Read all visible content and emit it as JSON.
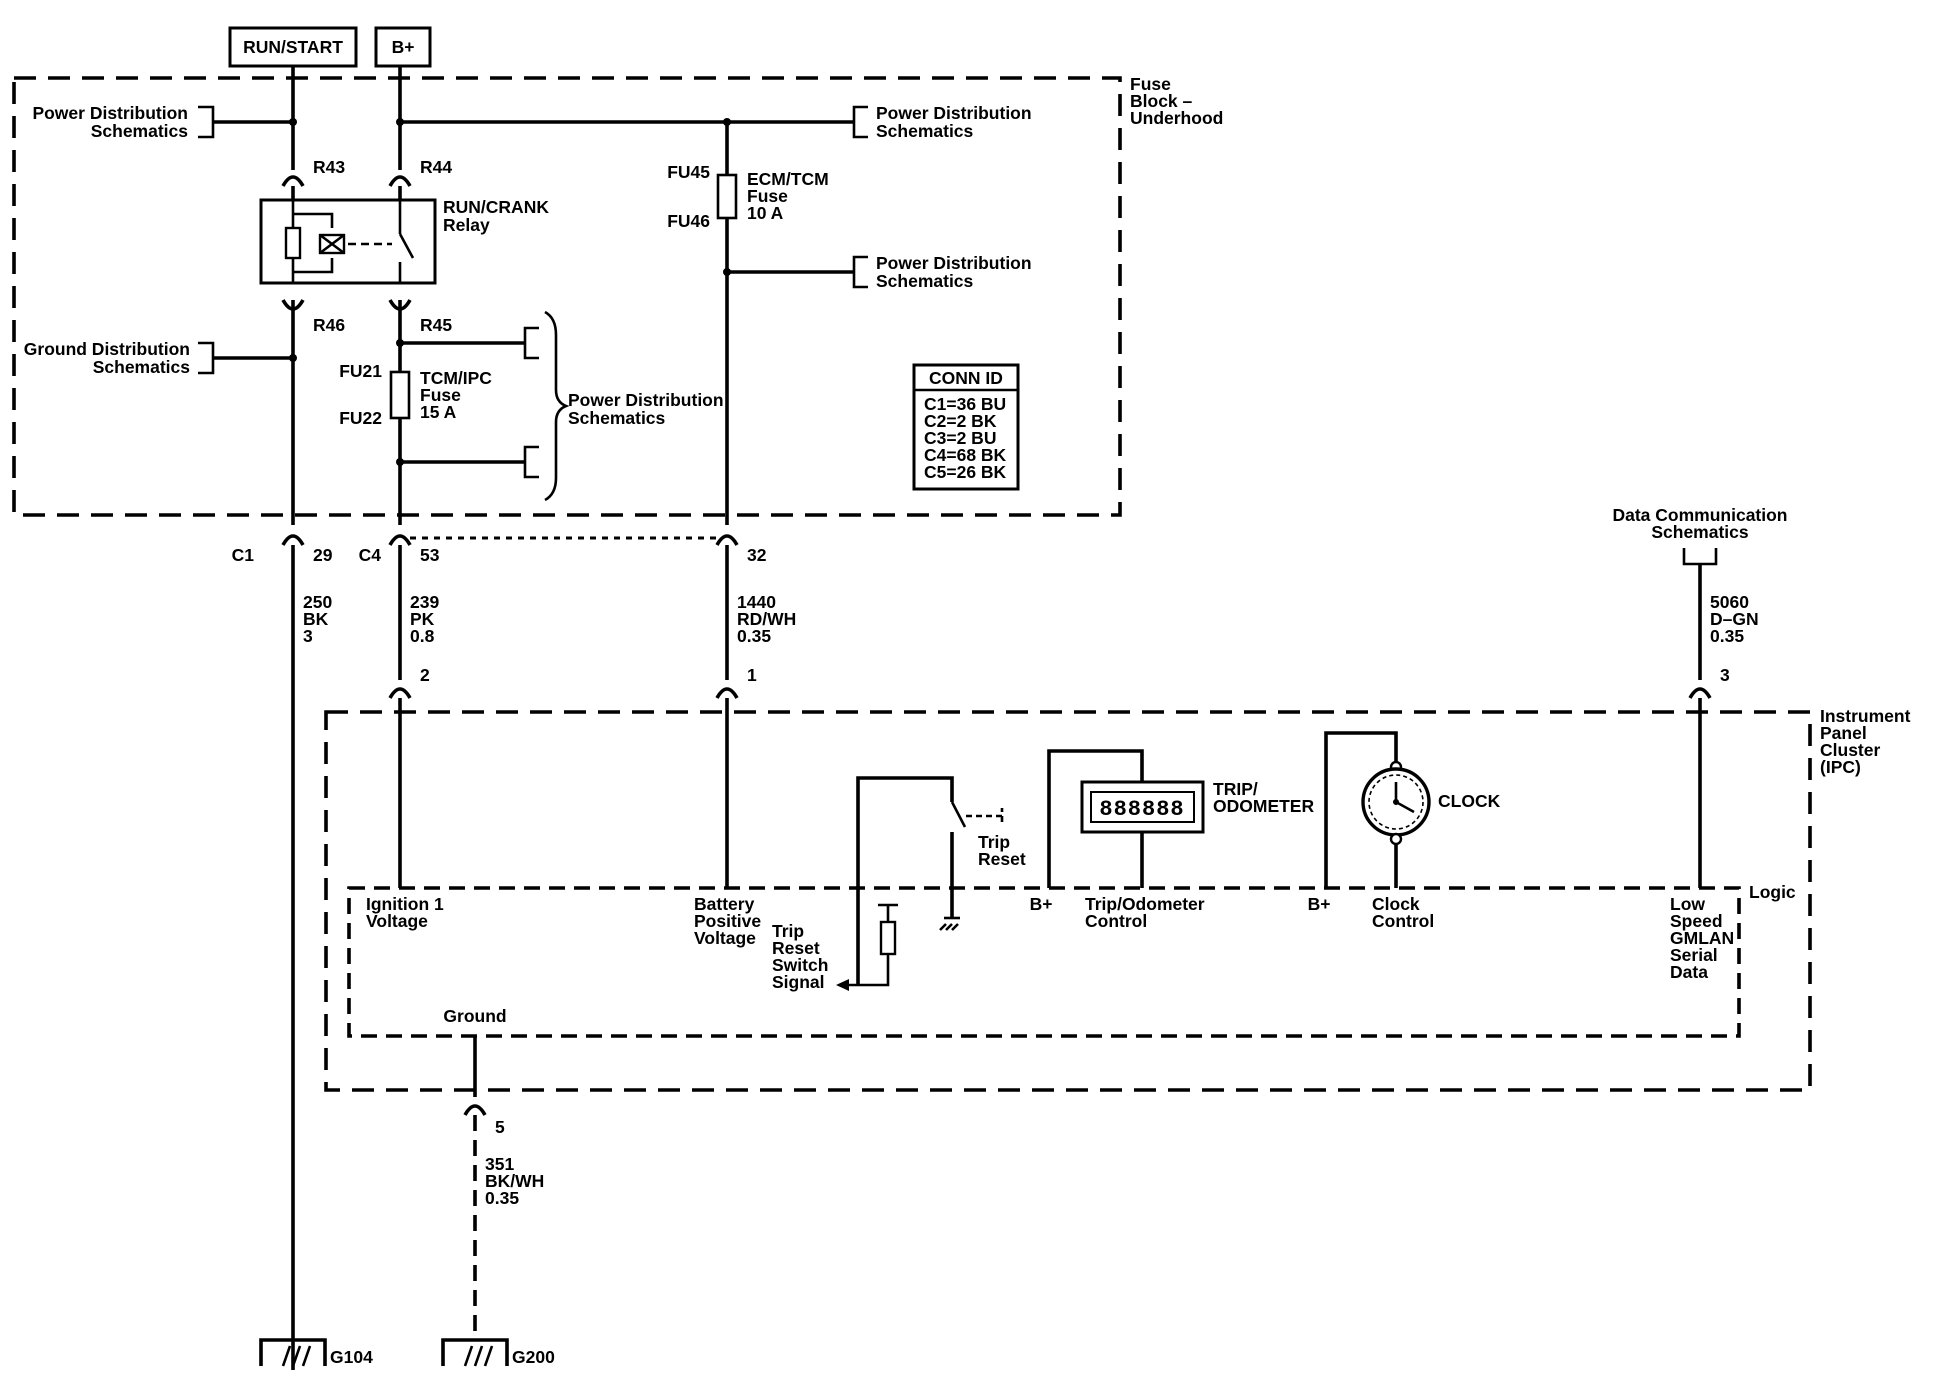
{
  "top_labels": {
    "run_start": "RUN/START",
    "b_plus": "B+"
  },
  "fuse_block": {
    "title": [
      "Fuse",
      "Block –",
      "Underhood"
    ]
  },
  "refs": {
    "power_dist": [
      "Power Distribution",
      "Schematics"
    ],
    "ground_dist": [
      "Ground Distribution",
      "Schematics"
    ],
    "data_comm": [
      "Data Communication",
      "Schematics"
    ]
  },
  "relay": {
    "name": [
      "RUN/CRANK",
      "Relay"
    ],
    "pins": {
      "r43": "R43",
      "r44": "R44",
      "r45": "R45",
      "r46": "R46"
    }
  },
  "fuses": {
    "tcm_ipc": {
      "name": [
        "TCM/IPC",
        "Fuse",
        "15 A"
      ],
      "pin_top": "FU21",
      "pin_bottom": "FU22"
    },
    "ecm_tcm": {
      "name": [
        "ECM/TCM",
        "Fuse",
        "10 A"
      ],
      "pin_top": "FU45",
      "pin_bottom": "FU46"
    }
  },
  "conn_id": {
    "title": "CONN ID",
    "rows": [
      "C1=36 BU",
      "C2=2 BK",
      "C3=2 BU",
      "C4=68 BK",
      "C5=26 BK"
    ]
  },
  "connectors": {
    "c1": "C1",
    "c1_pin": "29",
    "c4": "C4",
    "c4_pin": "53",
    "pin32": "32",
    "ipc_pin2": "2",
    "ipc_pin1": "1",
    "ipc_pin3": "3",
    "ipc_pin5": "5"
  },
  "wires": {
    "w250": [
      "250",
      "BK",
      "3"
    ],
    "w239": [
      "239",
      "PK",
      "0.8"
    ],
    "w1440": [
      "1440",
      "RD/WH",
      "0.35"
    ],
    "w5060": [
      "5060",
      "D–GN",
      "0.35"
    ],
    "w351": [
      "351",
      "BK/WH",
      "0.35"
    ]
  },
  "ipc": {
    "title": [
      "Instrument",
      "Panel",
      "Cluster",
      "(IPC)"
    ],
    "logic": "Logic",
    "ignition": [
      "Ignition 1",
      "Voltage"
    ],
    "battery": [
      "Battery",
      "Positive",
      "Voltage"
    ],
    "trip_reset_signal": [
      "Trip",
      "Reset",
      "Switch",
      "Signal"
    ],
    "trip_reset": [
      "Trip",
      "Reset"
    ],
    "b_plus": "B+",
    "trip_odo_control": [
      "Trip/Odometer",
      "Control"
    ],
    "trip_odo_label": [
      "TRIP/",
      "ODOMETER"
    ],
    "odometer_digits": "888888",
    "clock_control": [
      "Clock",
      "Control"
    ],
    "clock_label": "CLOCK",
    "low_speed": [
      "Low",
      "Speed",
      "GMLAN",
      "Serial",
      "Data"
    ],
    "ground": "Ground"
  },
  "grounds": {
    "g104": "G104",
    "g200": "G200"
  }
}
